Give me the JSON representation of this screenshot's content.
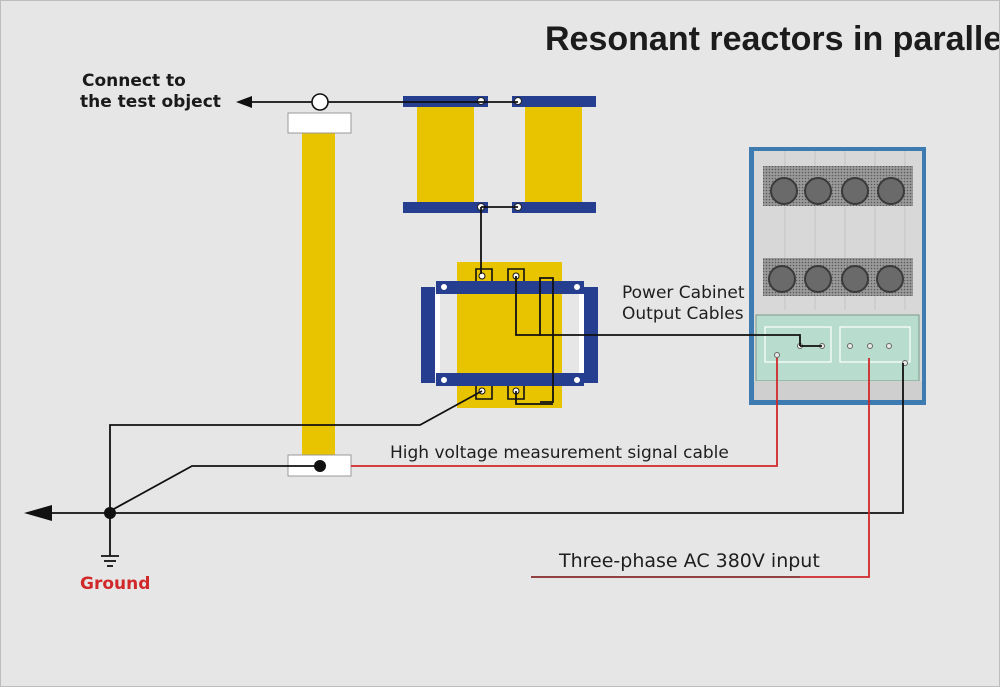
{
  "title": "Resonant reactors in parallel",
  "labels": {
    "connect_line1": "Connect to",
    "connect_line2": "the test object",
    "ground": "Ground",
    "power_cabinet_line1": "Power Cabinet",
    "power_cabinet_line2": "Output Cables",
    "hv_signal_cable": "High voltage measurement signal cable",
    "three_phase_input": "Three-phase AC 380V input"
  },
  "colors": {
    "background": "#e6e6e6",
    "reactor_yellow": "#e8c300",
    "frame_blue": "#263e8f",
    "wire": "#111111",
    "signal_wire": "#d1282a",
    "cabinet_body": "#d8d8d8",
    "cabinet_frame": "#3d7bb0",
    "panel_green": "#b8dccd"
  }
}
